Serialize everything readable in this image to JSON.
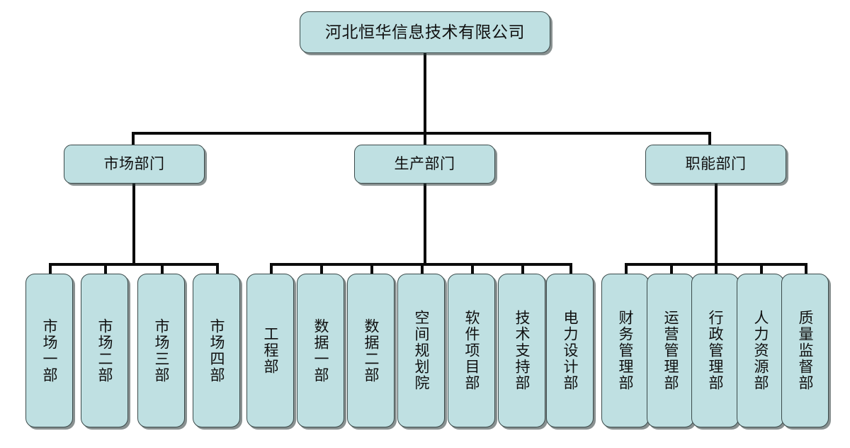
{
  "diagram": {
    "title_text": "河北恒华信息技术有限公司",
    "type": "organization-chart",
    "colors": {
      "node_fill": "#bfe0e2",
      "node_border": "#3a4a4a",
      "connector": "#0b0b0b",
      "background": "#ffffff",
      "text": "#101010"
    },
    "root": {
      "label": "河北恒华信息技术有限公司"
    },
    "divisions": [
      {
        "label": "市场部门",
        "children": [
          {
            "label": "市场一部"
          },
          {
            "label": "市场二部"
          },
          {
            "label": "市场三部"
          },
          {
            "label": "市场四部"
          }
        ]
      },
      {
        "label": "生产部门",
        "children": [
          {
            "label": "工程部"
          },
          {
            "label": "数据一部"
          },
          {
            "label": "数据二部"
          },
          {
            "label": "空间规划院"
          },
          {
            "label": "软件项目部"
          },
          {
            "label": "技术支持部"
          },
          {
            "label": "电力设计部"
          }
        ]
      },
      {
        "label": "职能部门",
        "children": [
          {
            "label": "财务管理部"
          },
          {
            "label": "运营管理部"
          },
          {
            "label": "行政管理部"
          },
          {
            "label": "人力资源部"
          },
          {
            "label": "质量监督部"
          }
        ]
      }
    ]
  }
}
